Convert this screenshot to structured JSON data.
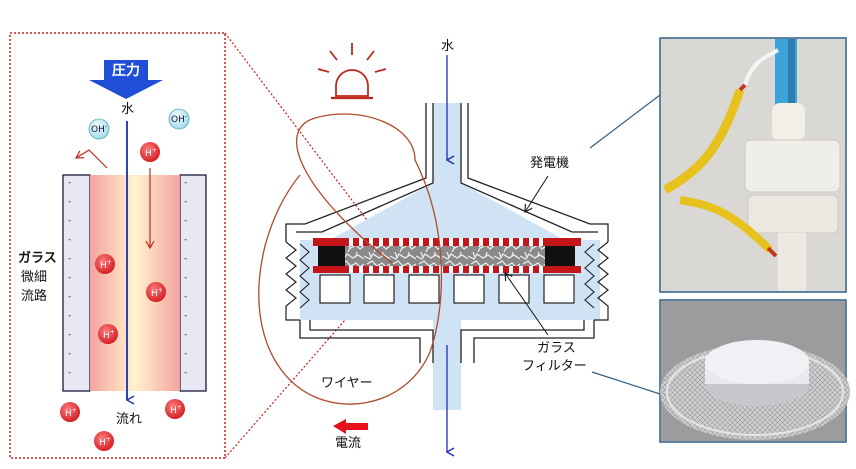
{
  "zoom_panel": {
    "pressure_label": "圧力",
    "water_label": "水",
    "glass_channel_label": [
      "ガラス",
      "微細",
      "流路"
    ],
    "flow_label": "流れ",
    "oh_ion": "OH",
    "oh_ion_sup": "-",
    "h_ion": "H",
    "h_ion_sup": "+",
    "wall_charge_mark": "-"
  },
  "device": {
    "water_in_label": "水",
    "generator_label": "発電機",
    "filter_label": [
      "ガラス",
      "フィルター"
    ],
    "wire_label": "ワイヤー",
    "current_label": "電流"
  },
  "colors": {
    "pressure_arrow": "#1f4fd6",
    "flow_arrow": "#1b2fb5",
    "channel_gradient_edge": "#f4a3a0",
    "channel_gradient_center": "#fff3cc",
    "wall_fill": "#e8e8f4",
    "h_ion_fill": "#e8282c",
    "oh_ion_fill": "#cdeff6",
    "water_fill": "#cfe3f5",
    "filter_red": "#c4151a",
    "wire_color": "#b04a2a",
    "current_arrow": "#e8101a",
    "photo_frame": "#2f5f86",
    "dotted_frame": "#c8201c"
  },
  "icons": {
    "lamp": "lamp-icon",
    "pressure": "down-arrow-icon",
    "current": "left-arrow-icon"
  }
}
